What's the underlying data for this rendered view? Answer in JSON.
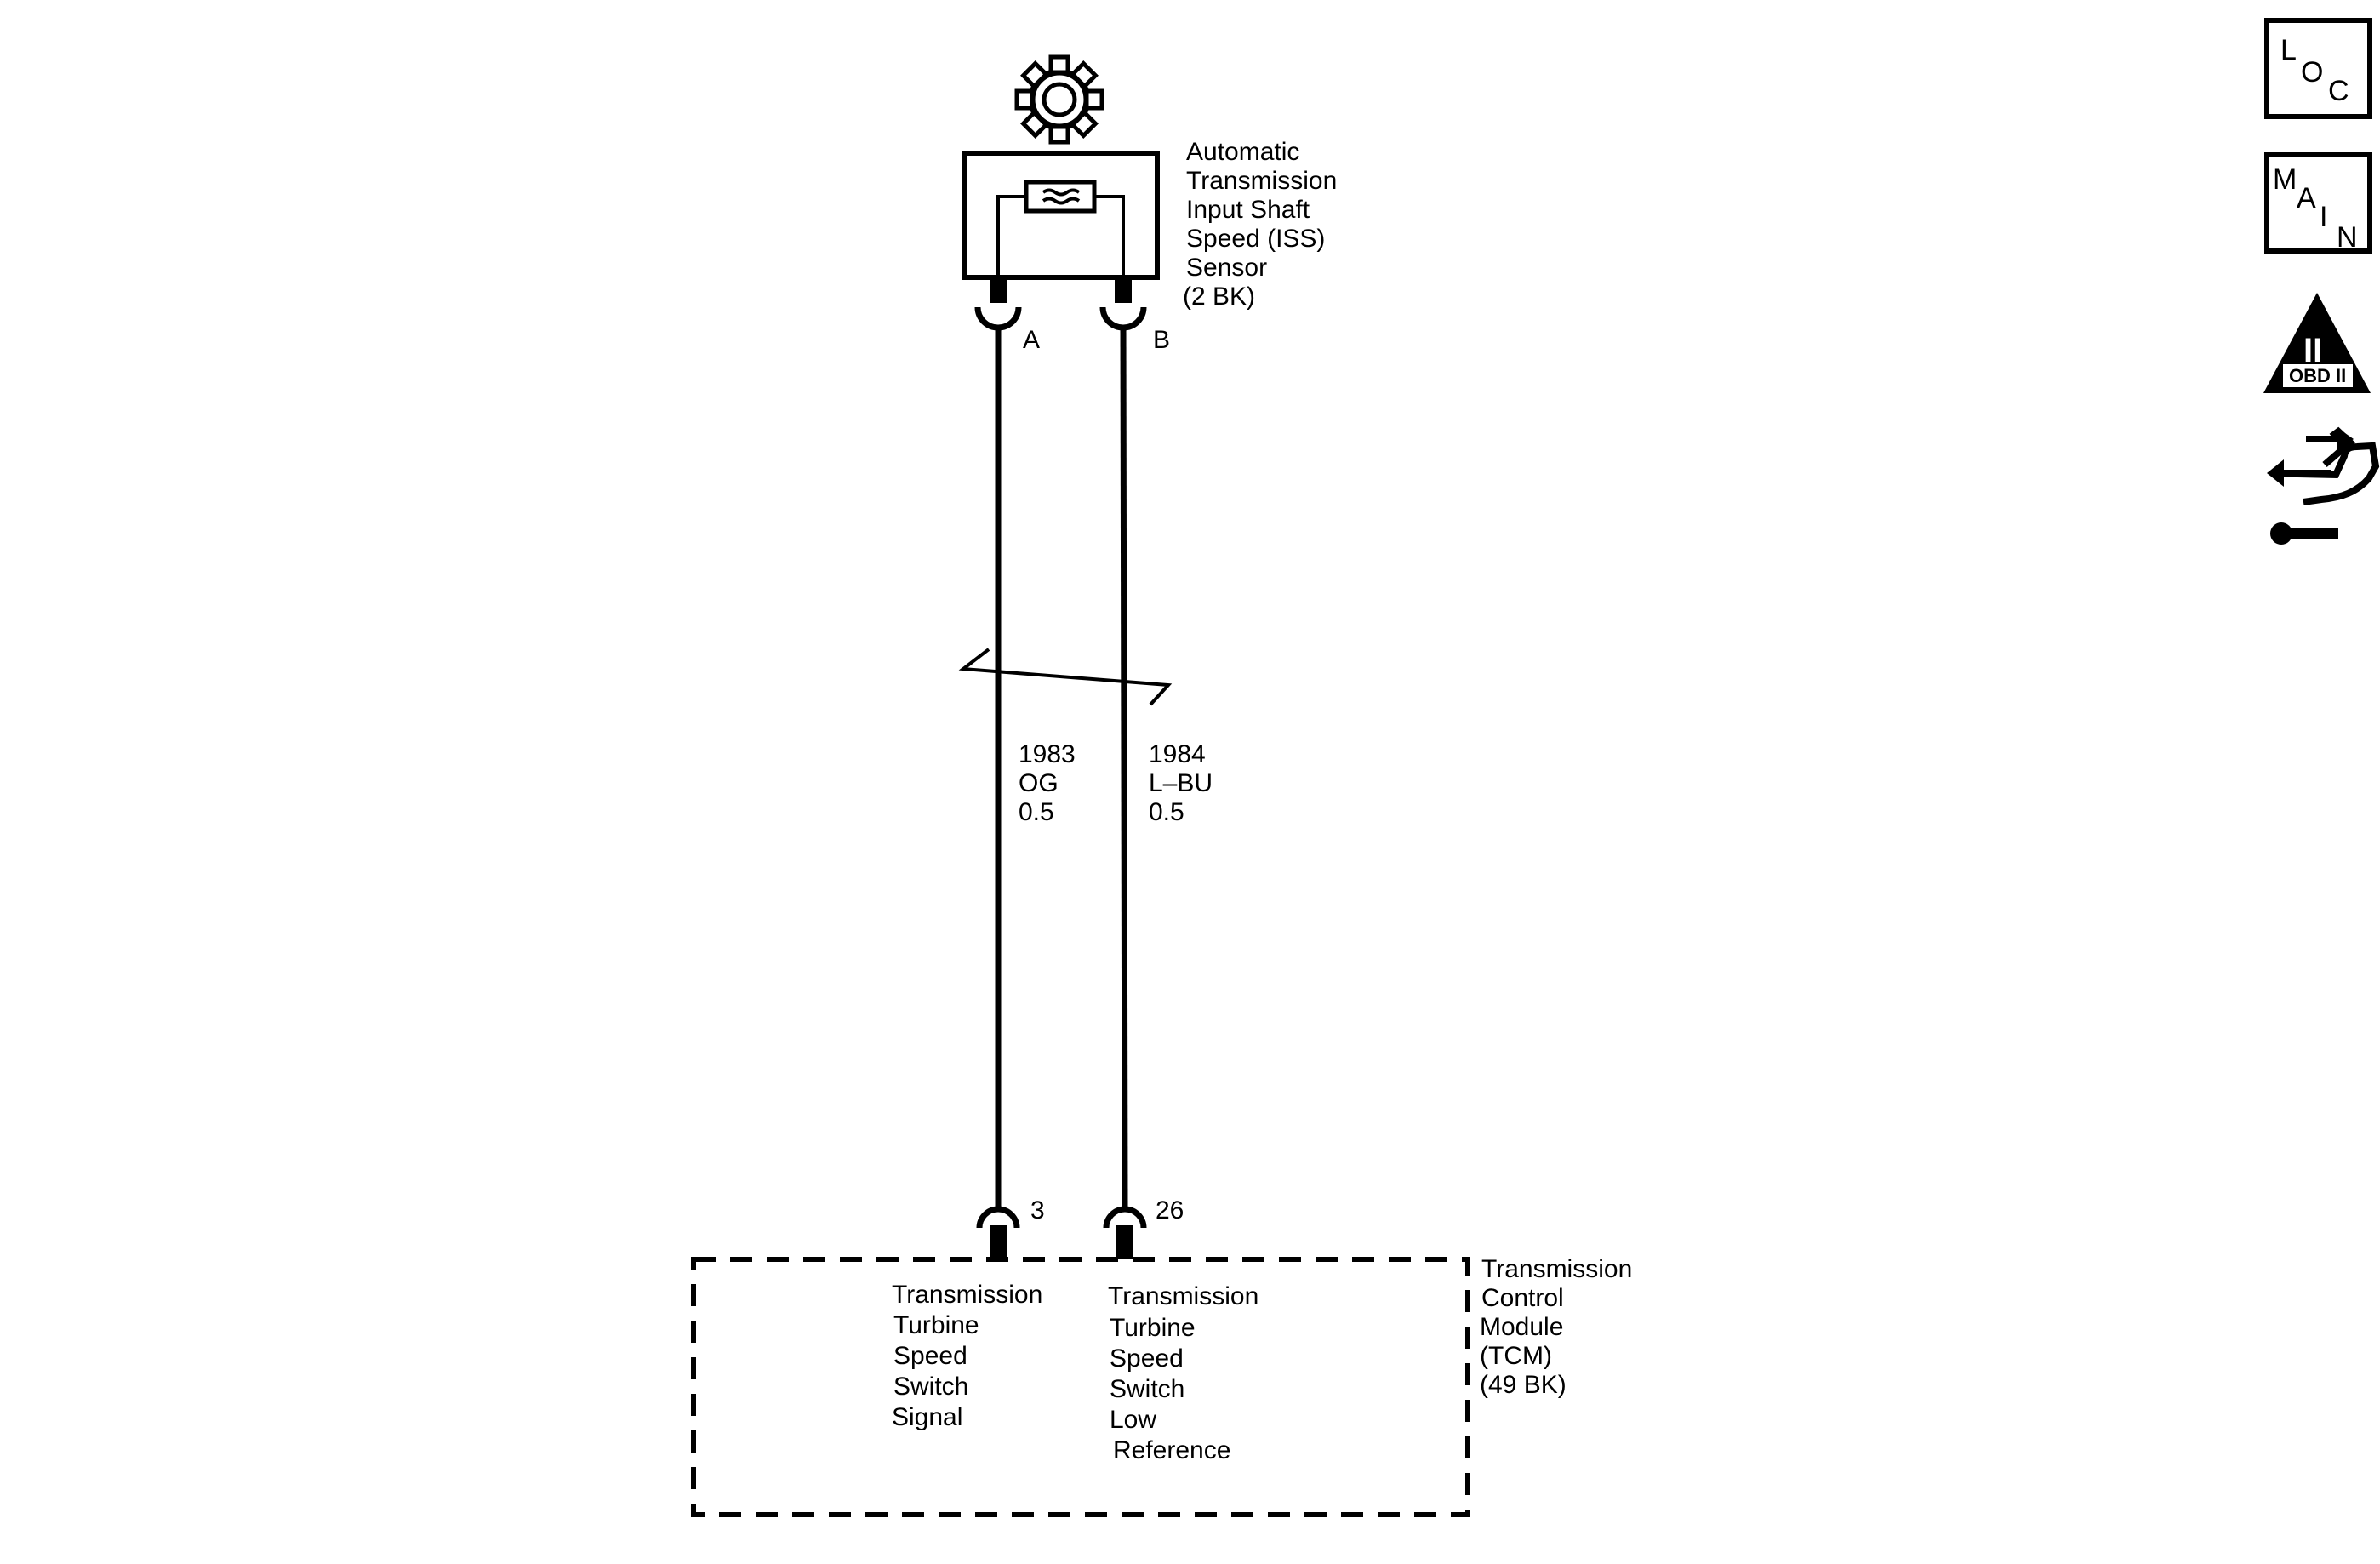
{
  "sensor": {
    "name_lines": [
      "Automatic",
      "Transmission",
      "Input Shaft",
      "Speed (ISS)",
      "Sensor",
      "(2 BK)"
    ],
    "pin_a": "A",
    "pin_b": "B"
  },
  "wires": [
    {
      "circuit": "1983",
      "color": "OG",
      "gauge": "0.5"
    },
    {
      "circuit": "1984",
      "color": "L–BU",
      "gauge": "0.5"
    }
  ],
  "module": {
    "name_lines": [
      "Transmission",
      "Control",
      "Module",
      "(TCM)",
      "(49 BK)"
    ],
    "pin_left": "3",
    "pin_right": "26",
    "left_function_lines": [
      "Transmission",
      "Turbine",
      "Speed",
      "Switch",
      "Signal"
    ],
    "right_function_lines": [
      "Transmission",
      "Turbine",
      "Speed",
      "Switch",
      "Low",
      "Reference"
    ]
  },
  "side_icons": {
    "loc": {
      "top": "L",
      "mid": "O",
      "bottom": "C"
    },
    "main": {
      "m": "M",
      "a": "A",
      "i": "I",
      "n": "N"
    },
    "obd": {
      "numeral": "II",
      "caption": "OBD II"
    },
    "icons": [
      "gear-icon",
      "location-icon",
      "main-schematic-icon",
      "obd-ii-icon",
      "diagnostic-repair-icon"
    ]
  }
}
